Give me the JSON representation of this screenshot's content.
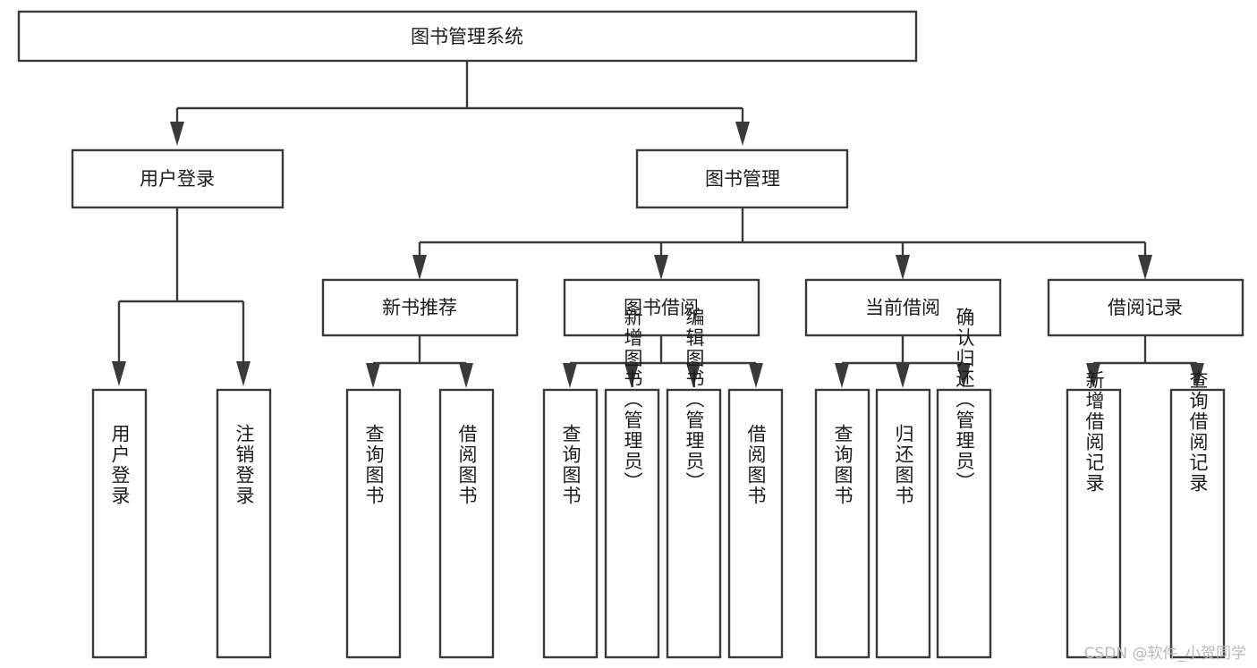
{
  "diagram": {
    "type": "tree",
    "title": "图书管理系统",
    "orientation": "top-down",
    "colors": {
      "box_stroke": "#3a3a3a",
      "box_fill": "#ffffff",
      "connector": "#3a3a3a",
      "text": "#1c1c1c",
      "background": "#ffffff",
      "watermark": "#b9b9b9"
    },
    "root": {
      "id": "root",
      "label": "图书管理系统"
    },
    "level2": [
      {
        "id": "n-user-login",
        "label": "用户登录"
      },
      {
        "id": "n-book-manage",
        "label": "图书管理"
      }
    ],
    "level3": [
      {
        "id": "n-new-book-rec",
        "label": "新书推荐",
        "parent": "n-book-manage"
      },
      {
        "id": "n-book-borrow",
        "label": "图书借阅",
        "parent": "n-book-manage"
      },
      {
        "id": "n-current-borrow",
        "label": "当前借阅",
        "parent": "n-book-manage"
      },
      {
        "id": "n-borrow-record",
        "label": "借阅记录",
        "parent": "n-book-manage"
      }
    ],
    "leaves": [
      {
        "id": "l-user-login",
        "label": "用户登录",
        "parent": "n-user-login"
      },
      {
        "id": "l-user-logout",
        "label": "注销登录",
        "parent": "n-user-login"
      },
      {
        "id": "l-rec-query",
        "label": "查询图书",
        "parent": "n-new-book-rec"
      },
      {
        "id": "l-rec-borrow",
        "label": "借阅图书",
        "parent": "n-new-book-rec"
      },
      {
        "id": "l-borrow-query",
        "label": "查询图书",
        "parent": "n-book-borrow"
      },
      {
        "id": "l-borrow-add",
        "label": "新增图书（管理员）",
        "parent": "n-book-borrow"
      },
      {
        "id": "l-borrow-edit",
        "label": "编辑图书（管理员）",
        "parent": "n-book-borrow"
      },
      {
        "id": "l-borrow-do",
        "label": "借阅图书",
        "parent": "n-book-borrow"
      },
      {
        "id": "l-cur-query",
        "label": "查询图书",
        "parent": "n-current-borrow"
      },
      {
        "id": "l-cur-return",
        "label": "归还图书",
        "parent": "n-current-borrow"
      },
      {
        "id": "l-cur-confirm",
        "label": "确认归还（管理员）",
        "parent": "n-current-borrow"
      },
      {
        "id": "l-rec-add",
        "label": "新增借阅记录",
        "parent": "n-borrow-record"
      },
      {
        "id": "l-rec-query-record",
        "label": "查询借阅记录",
        "parent": "n-borrow-record"
      }
    ]
  },
  "watermark": {
    "text": "CSDN @软件_小贺同学"
  }
}
